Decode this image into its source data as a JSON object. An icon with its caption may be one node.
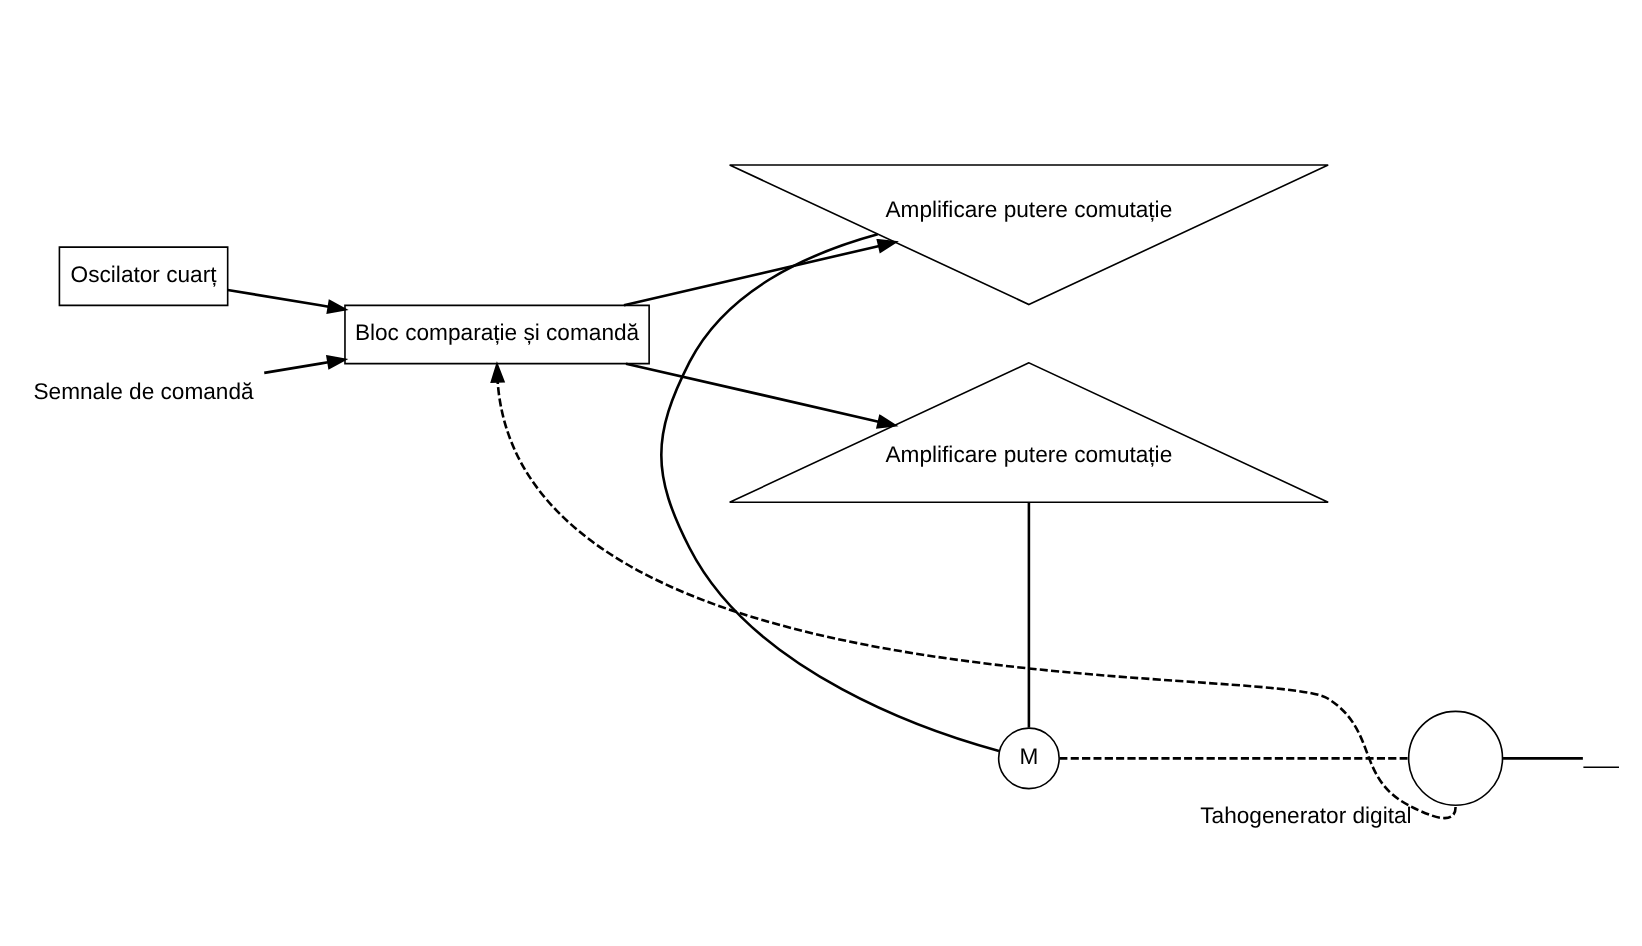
{
  "diagram": {
    "nodes": [
      {
        "text": [
          "Oscilator cuarț"
        ]
      },
      {
        "text": [
          "Semnale de comandă"
        ]
      },
      {
        "text": [
          "Bloc comparație și comandă"
        ]
      },
      {
        "text": [
          "Amplificare putere comutație"
        ]
      },
      {
        "text": [
          "M"
        ]
      },
      {
        "text": [],
        "shape": "circle",
        "beside": [
          "Tahogenerator digital"
        ]
      },
      {
        "text": [
          "Amplificare putere comutație"
        ]
      },
      {
        "text": [],
        "shape": "ground"
      }
    ],
    "edges": [
      {
        "from": 0,
        "to": 2,
        "arrow": "to"
      },
      {
        "from": 1,
        "to": 2,
        "arrow": "to"
      },
      {
        "from": 5,
        "to": 2,
        "arrow": "to",
        "style": "dashed"
      },
      {
        "from": 2,
        "to": 3,
        "arrow": "to"
      },
      {
        "from": 2,
        "to": 6,
        "arrow": "to"
      },
      {
        "from": 3,
        "to": 4,
        "arrow": "none"
      },
      {
        "from": 6,
        "to": 4,
        "arrow": "none"
      },
      {
        "from": 4,
        "to": 5,
        "arrow": "none",
        "style": "dashed"
      },
      {
        "from": 5,
        "to": 7,
        "arrow": "none"
      }
    ]
  }
}
